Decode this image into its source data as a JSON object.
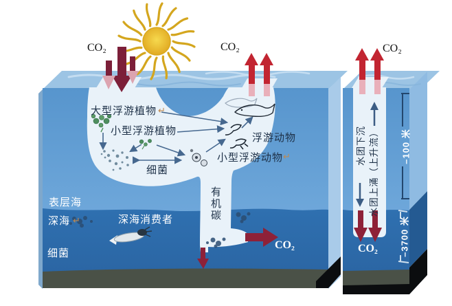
{
  "co2": {
    "left": "CO₂",
    "middle": "CO₂",
    "top_right": "CO₂",
    "deep_export": "CO₂",
    "bottom_right": "CO₂"
  },
  "food_web": {
    "large_phytoplankton": "大型浮游植物",
    "small_phytoplankton": "小型浮游植物",
    "zooplankton": "浮游动物",
    "small_zooplankton": "小型浮游动物",
    "bacteria": "细菌",
    "organic_carbon": "有机碳"
  },
  "ocean_layers": {
    "surface_ocean": "表层海",
    "deep_sea": "深海",
    "deep_sea_consumers": "深海消费者",
    "deep_bacteria": "细菌"
  },
  "circulation": {
    "downwelling": "水团下沉",
    "upwelling": "水团上涌（上升流）"
  },
  "depth_markers": {
    "surface_depth": "–100 米",
    "deep_depth": "–3700 米"
  },
  "marks": {
    "return_symbol": "↵"
  },
  "icons": {
    "sun": "sun-icon",
    "down_arrows": "co2-absorption-arrows",
    "up_arrows": "co2-outgassing-arrows"
  },
  "colors": {
    "sun_core": "#f2cd3e",
    "sun_rays": "#d4a61e",
    "surface_water": "#5795cd",
    "deep_water": "#2f70b0",
    "top_face": "#9cc4e4",
    "seafloor": "#4a5147",
    "cloud": "#e9f2f9",
    "absorb_arrow": "#7c1f39",
    "outgas_arrow": "#c22531",
    "export_arrow": "#8e2138",
    "pink_arrow": "#dca4b0",
    "web_arrow": "#46688f"
  }
}
